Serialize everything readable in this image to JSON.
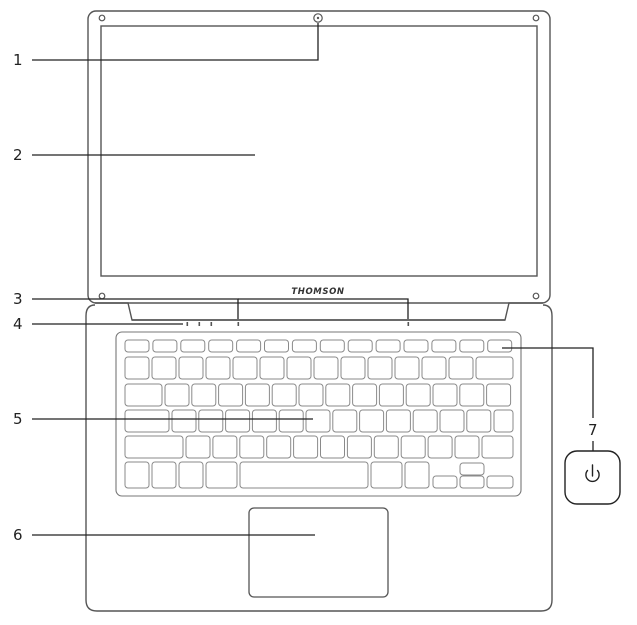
{
  "device": {
    "brand": "THOMSON"
  },
  "callouts": [
    {
      "number": "1",
      "target": "webcam"
    },
    {
      "number": "2",
      "target": "screen"
    },
    {
      "number": "3",
      "target": "microphones"
    },
    {
      "number": "4",
      "target": "status-indicators"
    },
    {
      "number": "5",
      "target": "keyboard"
    },
    {
      "number": "6",
      "target": "touchpad"
    },
    {
      "number": "7",
      "target": "power-button"
    }
  ],
  "icons": {
    "power_button": "power-icon"
  },
  "colors": {
    "line": "#555555",
    "key_line": "#8a8a8a",
    "leader_line": "#222222"
  }
}
